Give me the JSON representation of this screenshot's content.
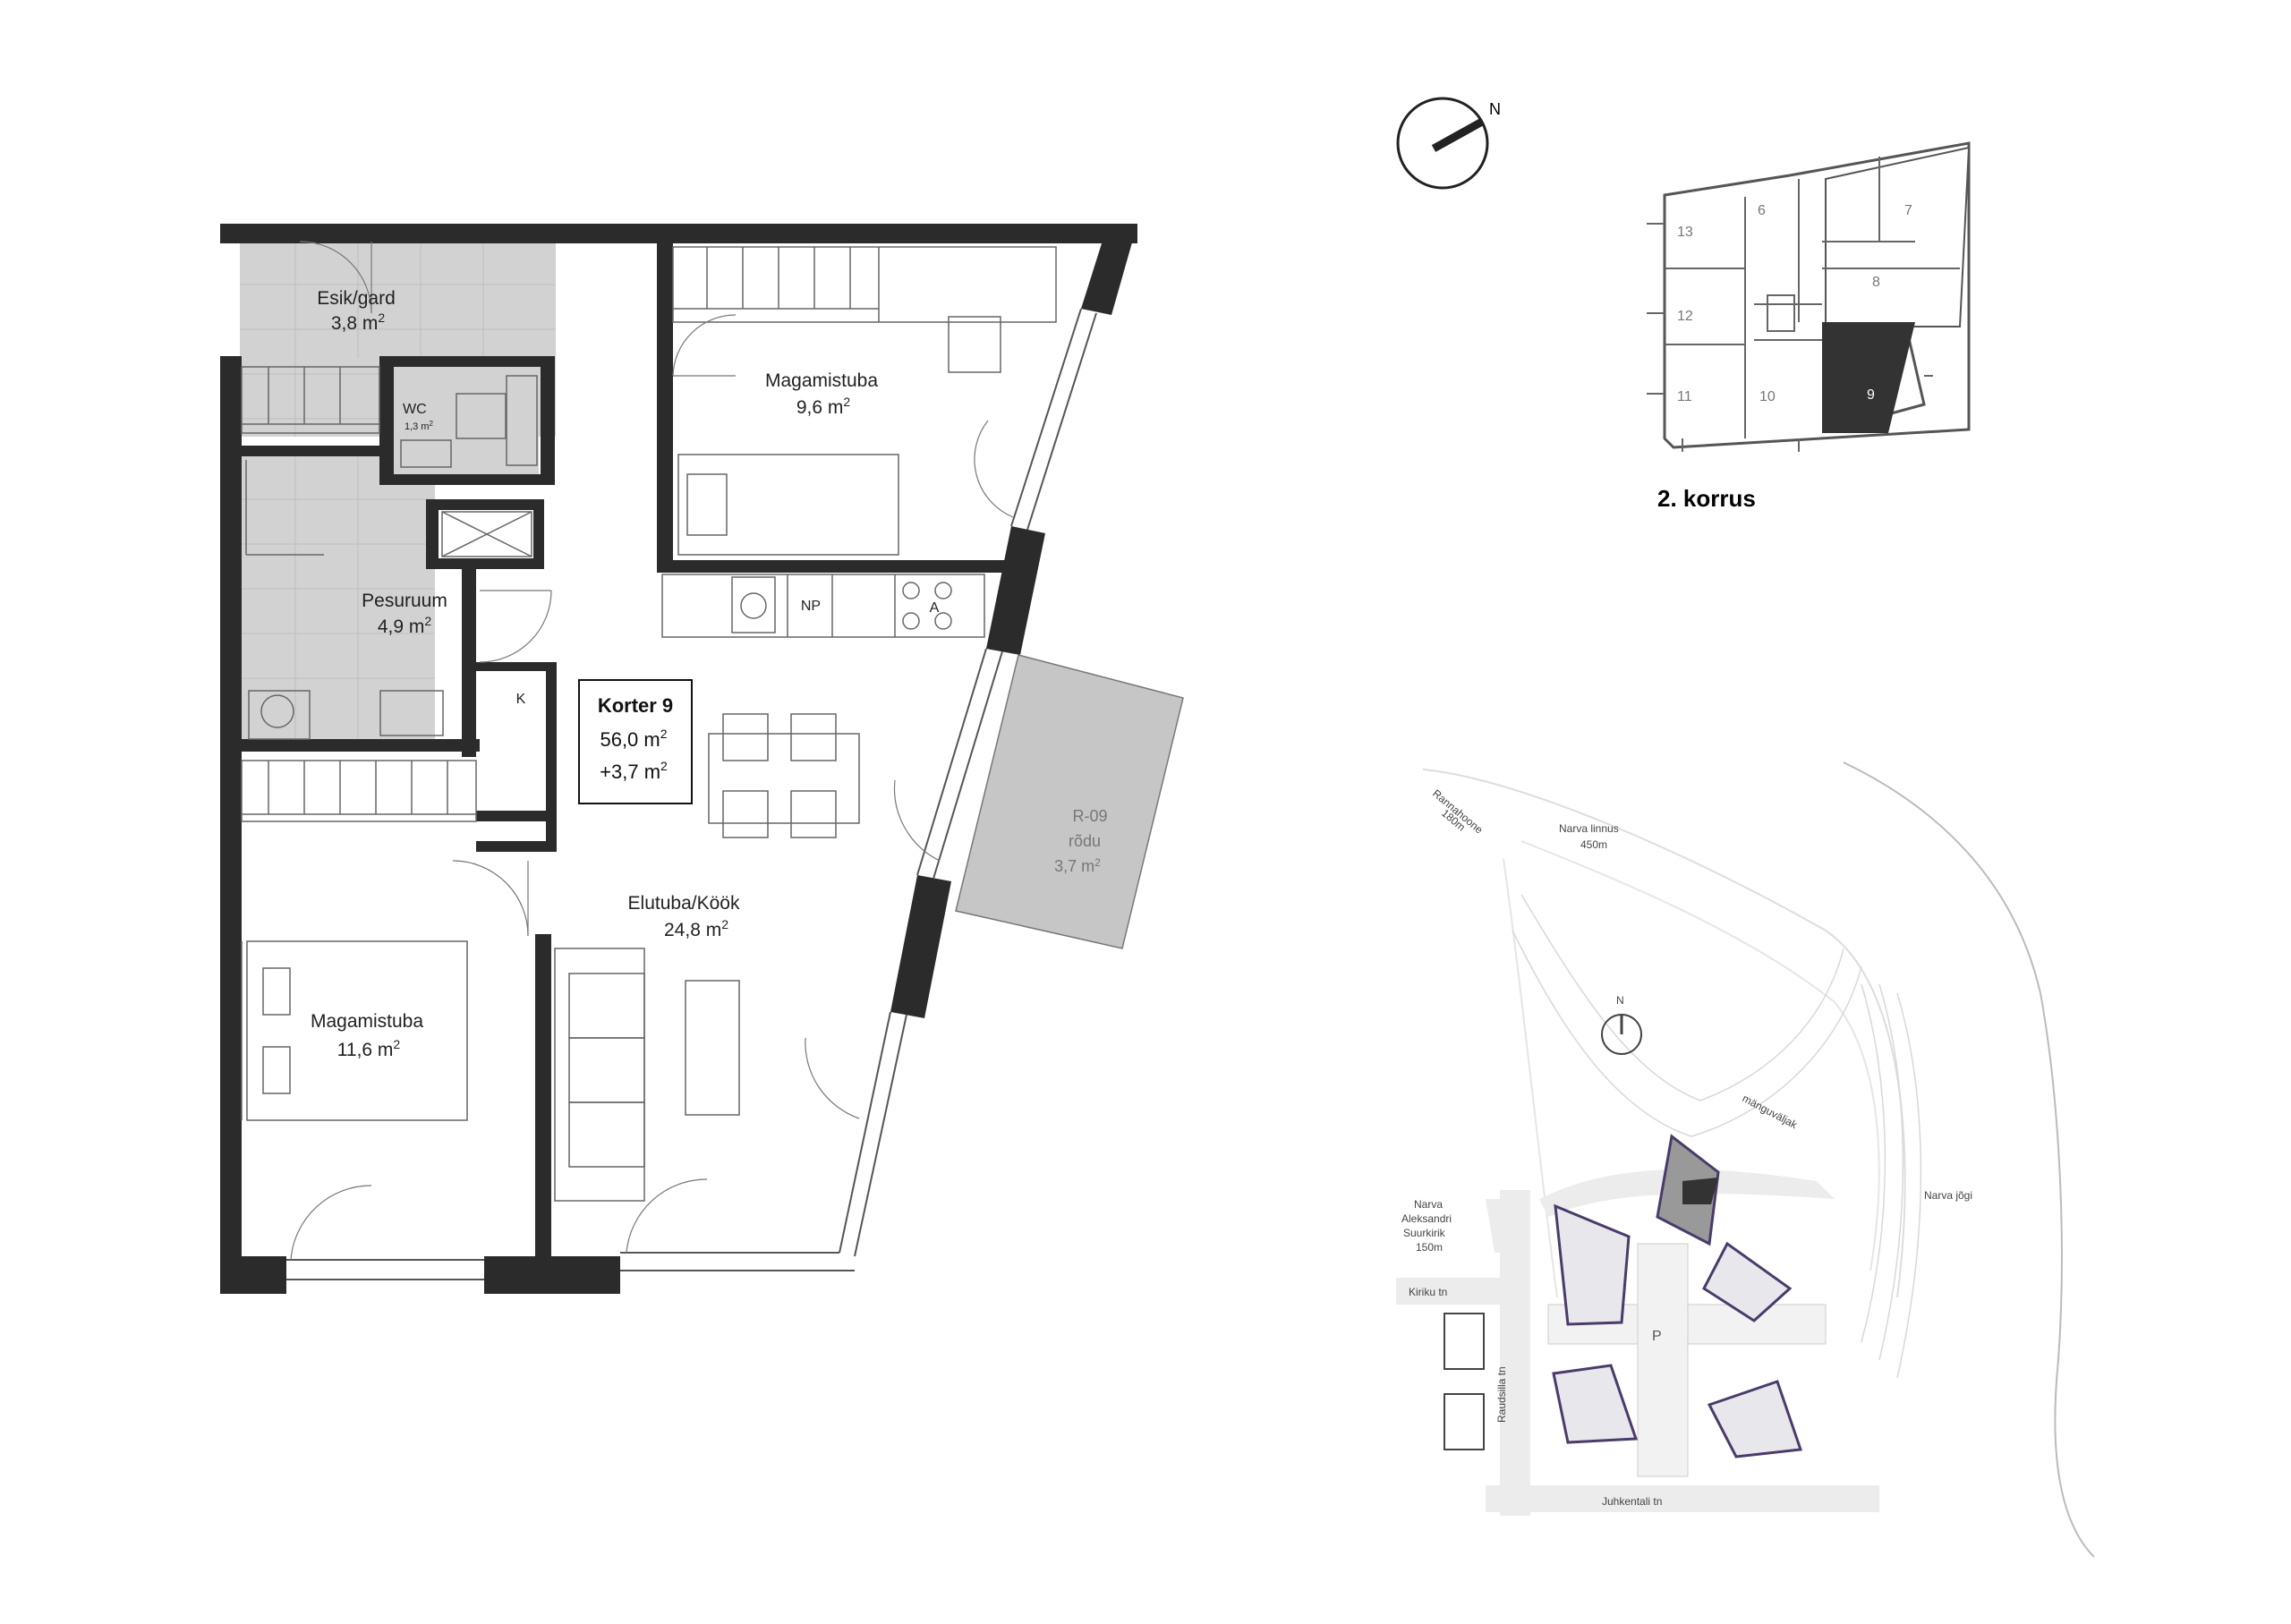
{
  "apartment": {
    "title": "Korter 9",
    "area": "56,0 m",
    "area_sup": "2",
    "extra_area": "+3,7 m",
    "extra_area_sup": "2"
  },
  "rooms": {
    "entrance": {
      "name": "Esik/gard",
      "area": "3,8  m",
      "sup": "2"
    },
    "wc": {
      "name": "WC",
      "area": "1,3 m",
      "sup": "2"
    },
    "bathroom": {
      "name": "Pesuruum",
      "area": "4,9  m",
      "sup": "2"
    },
    "bedroom_top": {
      "name": "Magamistuba",
      "area": "9,6  m",
      "sup": "2"
    },
    "bedroom_bottom": {
      "name": "Magamistuba",
      "area": "11,6  m",
      "sup": "2"
    },
    "living": {
      "name": "Elutuba/Köök",
      "area": "24,8  m",
      "sup": "2"
    },
    "balcony": {
      "code": "R-09",
      "name": "rõdu",
      "area": "3,7 m",
      "sup": "2"
    }
  },
  "fixtures": {
    "dishwasher": "NP",
    "stove": "A",
    "closet": "K"
  },
  "north_label": "N",
  "floor_plan": {
    "title": "2. korrus",
    "units": [
      "13",
      "6",
      "7",
      "8",
      "12",
      "11",
      "10",
      "9"
    ],
    "highlighted_unit": "9"
  },
  "site_map": {
    "labels": {
      "rannahoone": "Rannahoone",
      "rannahoone_dist": "180m",
      "castle": "Narva linnus",
      "castle_dist": "450m",
      "church_1": "Narva",
      "church_2": "Aleksandri",
      "church_3": "Suurkirik",
      "church_dist": "150m",
      "kiriku": "Kiriku tn",
      "raudsilla": "Raudsilla tn",
      "juhkentali": "Juhkentali tn",
      "river": "Narva jõgi",
      "playground": "mänguväljak",
      "parking": "P",
      "north": "N"
    }
  },
  "colors": {
    "wall": "#2b2b2b",
    "wet_floor": "#d2d2d2",
    "balcony": "#c6c6c6",
    "highlight": "#333333",
    "building_outline": "#4a3b6b"
  }
}
